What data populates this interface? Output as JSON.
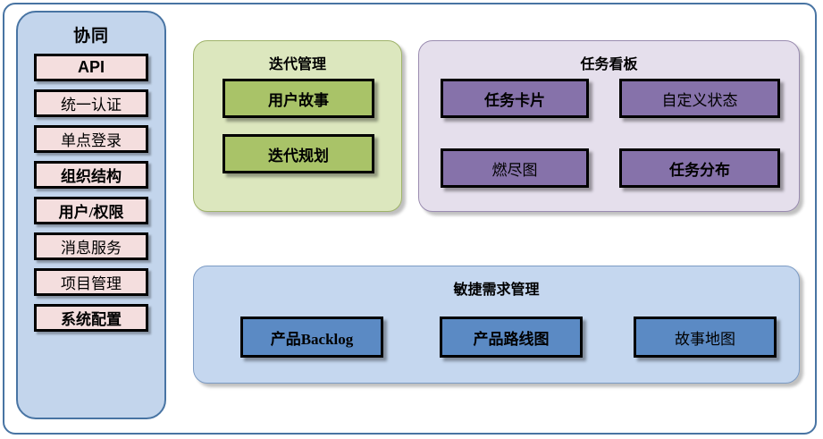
{
  "diagram": {
    "title_hidden": "",
    "colors": {
      "frame_border": "#4874A3",
      "sidebar_bg": "#C3D5EC",
      "sidebar_chip_bg": "#F4DEDE",
      "iteration_panel_bg": "#DCE7BE",
      "iteration_chip_bg": "#A9C368",
      "taskboard_panel_bg": "#E5DFEC",
      "taskboard_chip_bg": "#8672AA",
      "agile_panel_bg": "#C5D7EF",
      "agile_chip_bg": "#5B8AC4",
      "chip_border": "#000000"
    }
  },
  "sidebar": {
    "title": "协同",
    "items": [
      {
        "label": "API"
      },
      {
        "label": "统一认证"
      },
      {
        "label": "单点登录"
      },
      {
        "label": "组织结构"
      },
      {
        "label": "用户/权限"
      },
      {
        "label": "消息服务"
      },
      {
        "label": "项目管理"
      },
      {
        "label": "系统配置"
      }
    ]
  },
  "panels": {
    "iteration": {
      "title": "迭代管理",
      "chips": [
        {
          "label": "用户故事"
        },
        {
          "label": "迭代规划"
        }
      ]
    },
    "taskboard": {
      "title": "任务看板",
      "chips": [
        {
          "label": "任务卡片"
        },
        {
          "label": "自定义状态"
        },
        {
          "label": "燃尽图"
        },
        {
          "label": "任务分布"
        }
      ]
    },
    "agile": {
      "title": "敏捷需求管理",
      "chips": [
        {
          "label": "产品Backlog"
        },
        {
          "label": "产品路线图"
        },
        {
          "label": "故事地图"
        }
      ]
    }
  }
}
